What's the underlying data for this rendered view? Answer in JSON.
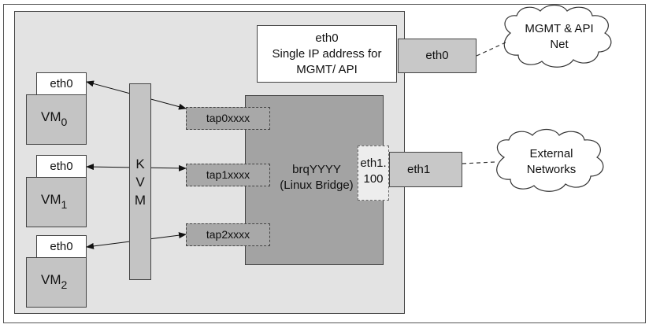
{
  "mgmt_box": {
    "line1": "eth0",
    "line2": "Single IP address for",
    "line3": "MGMT/ API"
  },
  "host_eth0": "eth0",
  "mgmt_cloud": {
    "line1": "MGMT & API",
    "line2": "Net"
  },
  "external_cloud": {
    "line1": "External",
    "line2": "Networks"
  },
  "vms": [
    {
      "nic": "eth0",
      "name": "VM",
      "index": "0"
    },
    {
      "nic": "eth0",
      "name": "VM",
      "index": "1"
    },
    {
      "nic": "eth0",
      "name": "VM",
      "index": "2"
    }
  ],
  "kvm": {
    "l1": "K",
    "l2": "V",
    "l3": "M"
  },
  "taps": [
    "tap0xxxx",
    "tap1xxxx",
    "tap2xxxx"
  ],
  "bridge": {
    "line1": "brqYYYY",
    "line2": "(Linux Bridge)"
  },
  "bridge_port": {
    "line1": "eth1.",
    "line2": "100"
  },
  "host_eth1": "eth1"
}
